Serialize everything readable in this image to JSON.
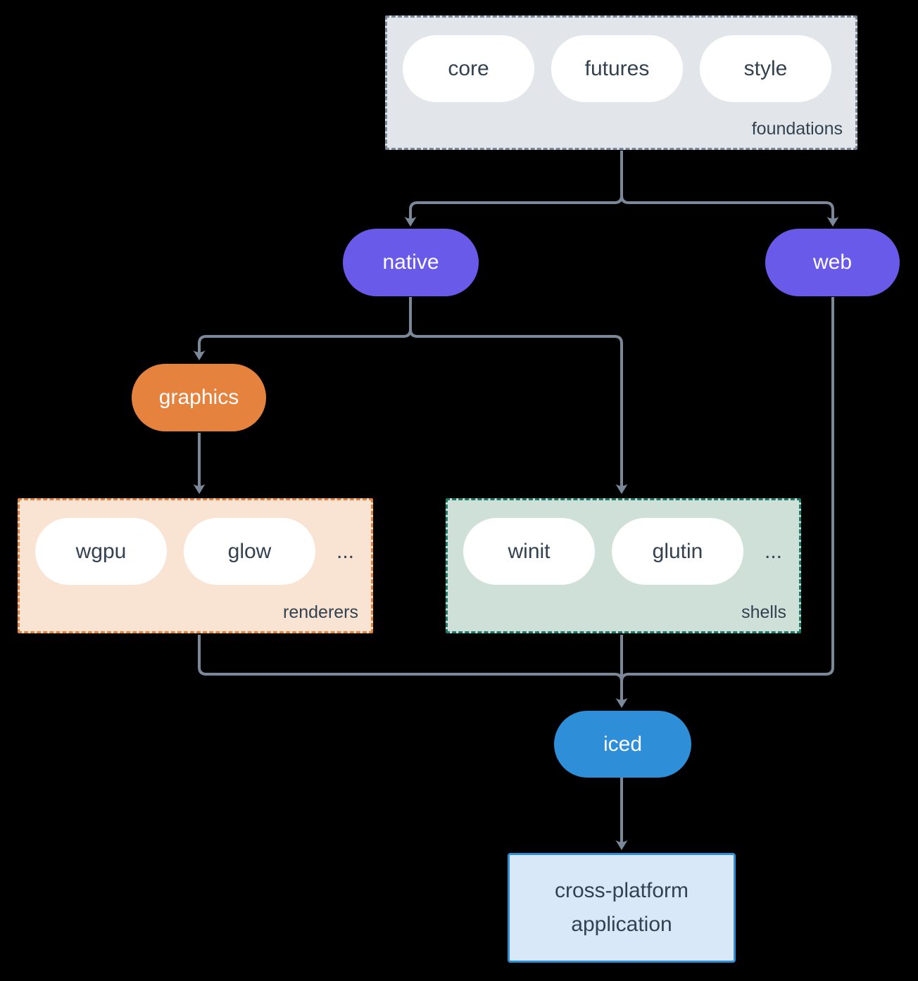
{
  "colors": {
    "background": "#000000",
    "connector": "#7A8899",
    "text_dark": "#334250",
    "text_light": "#FFFFFF",
    "purple": "#695AE9",
    "orange": "#E5823D",
    "blue": "#2E8FD8",
    "foundations_bg": "#E2E6EA",
    "foundations_border": "#7A8899",
    "renderers_bg": "#F9E3D3",
    "renderers_border": "#E5823D",
    "shells_bg": "#CFE0D8",
    "shells_border": "#1B7A68",
    "app_bg": "#D9E8F8",
    "app_border": "#2E8FD8"
  },
  "diagram": {
    "foundations": {
      "label": "foundations",
      "pills": [
        "core",
        "futures",
        "style"
      ]
    },
    "native": {
      "label": "native"
    },
    "web": {
      "label": "web"
    },
    "graphics": {
      "label": "graphics"
    },
    "renderers": {
      "label": "renderers",
      "pills": [
        "wgpu",
        "glow"
      ],
      "ellipsis": "..."
    },
    "shells": {
      "label": "shells",
      "pills": [
        "winit",
        "glutin"
      ],
      "ellipsis": "..."
    },
    "iced": {
      "label": "iced"
    },
    "application": {
      "label": "cross-platform application"
    }
  }
}
